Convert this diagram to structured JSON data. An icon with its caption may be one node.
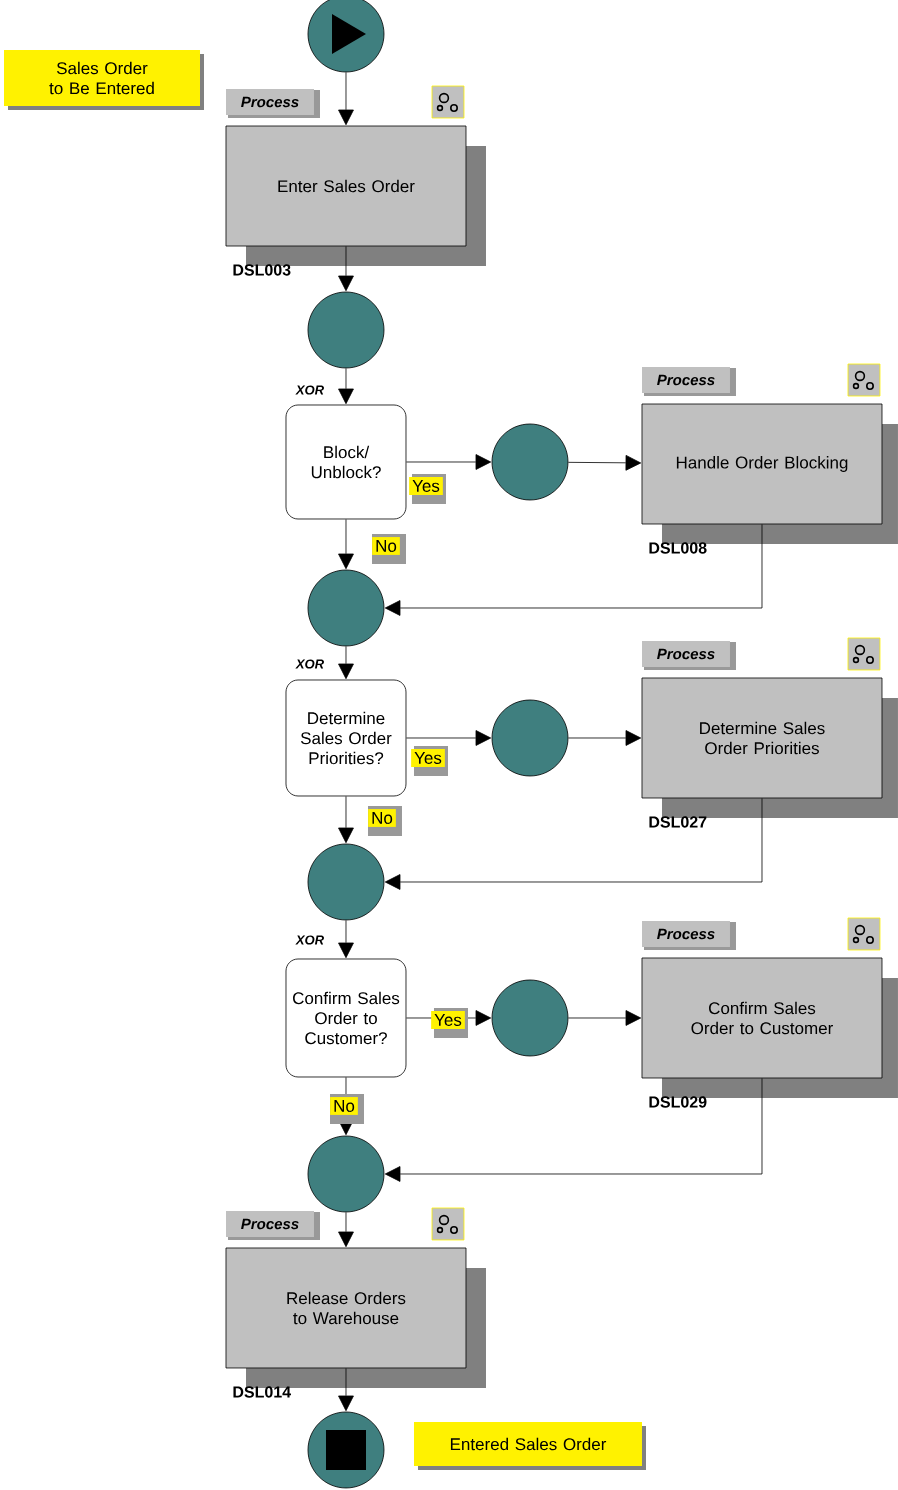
{
  "diagram": {
    "nodes": [
      {
        "text": [
          "Sales Order to Be Entered"
        ]
      },
      {
        "text": [],
        "shape": "circle"
      },
      {
        "text": [
          "Enter Sales Order"
        ],
        "beside": [
          "Process",
          "DSL003"
        ]
      },
      {
        "text": [],
        "shape": "circle"
      },
      {
        "text": [
          "Block/ Unblock?"
        ]
      },
      {
        "text": [],
        "shape": "circle"
      },
      {
        "text": [
          "Handle Order Blocking"
        ],
        "beside": [
          "Process",
          "DSL008"
        ]
      },
      {
        "text": [],
        "shape": "circle"
      },
      {
        "text": [
          "Determine Sales Order Priorities?"
        ]
      },
      {
        "text": [],
        "shape": "circle"
      },
      {
        "text": [
          "Determine Sales Order Priorities"
        ],
        "beside": [
          "Process",
          "DSL027"
        ]
      },
      {
        "text": [],
        "shape": "circle"
      },
      {
        "text": [
          "Confirm Sales Order to Customer?"
        ]
      },
      {
        "text": [],
        "shape": "circle"
      },
      {
        "text": [
          "Confirm Sales Order to Customer"
        ],
        "beside": [
          "Process",
          "DSL029"
        ]
      },
      {
        "text": [],
        "shape": "circle"
      },
      {
        "text": [
          "Release Orders to Warehouse"
        ],
        "beside": [
          "Process",
          "DSL014"
        ]
      },
      {
        "text": [],
        "shape": "circle"
      },
      {
        "text": [
          "Entered Sales Order"
        ]
      }
    ],
    "edges": [
      {
        "from": 1,
        "to": 2,
        "arrow": "to"
      },
      {
        "from": 2,
        "to": 3,
        "arrow": "to"
      },
      {
        "from": 3,
        "to": 4,
        "arrow": "to"
      },
      {
        "from": 4,
        "to": 5,
        "arrow": "to",
        "label": "Yes"
      },
      {
        "from": 5,
        "to": 6,
        "arrow": "to"
      },
      {
        "from": 4,
        "to": 7,
        "arrow": "to",
        "label": "No"
      },
      {
        "from": 6,
        "to": 7,
        "arrow": "to"
      },
      {
        "from": 7,
        "to": 8,
        "arrow": "to"
      },
      {
        "from": 8,
        "to": 9,
        "arrow": "to",
        "label": "Yes"
      },
      {
        "from": 9,
        "to": 10,
        "arrow": "to"
      },
      {
        "from": 8,
        "to": 11,
        "arrow": "to",
        "label": "No"
      },
      {
        "from": 10,
        "to": 11,
        "arrow": "to"
      },
      {
        "from": 11,
        "to": 12,
        "arrow": "to"
      },
      {
        "from": 12,
        "to": 13,
        "arrow": "to",
        "label": "Yes"
      },
      {
        "from": 13,
        "to": 14,
        "arrow": "to"
      },
      {
        "from": 12,
        "to": 15,
        "arrow": "to",
        "label": "No"
      },
      {
        "from": 14,
        "to": 15,
        "arrow": "to"
      },
      {
        "from": 15,
        "to": 16,
        "arrow": "to"
      },
      {
        "from": 16,
        "to": 17,
        "arrow": "to"
      }
    ],
    "labels": [
      "XOR",
      "XOR",
      "XOR"
    ]
  }
}
